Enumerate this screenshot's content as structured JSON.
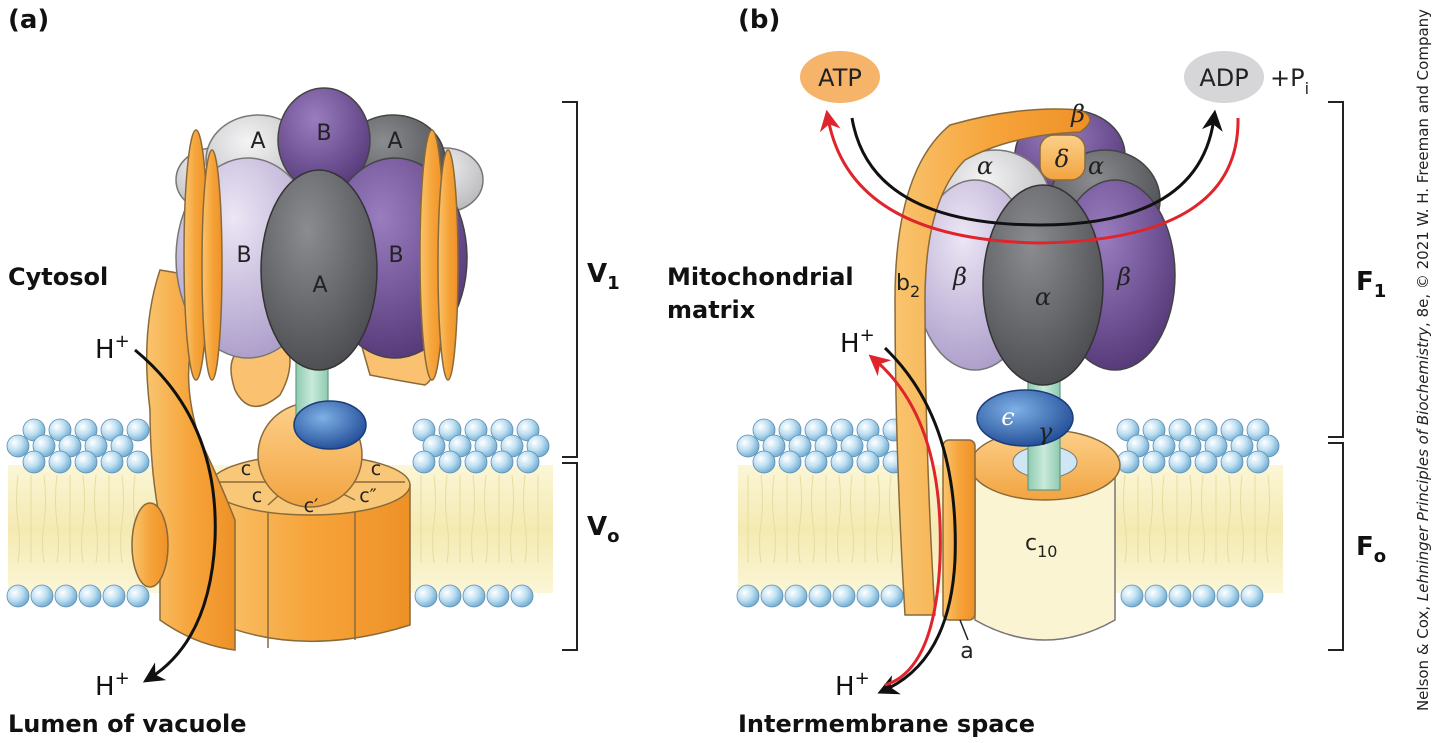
{
  "panels": {
    "a": {
      "label": "(a)",
      "top_region": "Cytosol",
      "bottom_region": "Lumen of vacuole",
      "h_in": "H",
      "h_out": "H",
      "plus": "+",
      "subunits": {
        "A": "A",
        "B": "B",
        "c": "c",
        "c_prime": "c′",
        "c_dprime": "c″"
      },
      "bracket_top": "V",
      "bracket_top_sub": "1",
      "bracket_bottom": "V",
      "bracket_bottom_sub": "o"
    },
    "b": {
      "label": "(b)",
      "top_region_line1": "Mitochondrial",
      "top_region_line2": "matrix",
      "bottom_region": "Intermembrane space",
      "h_in": "H",
      "h_out": "H",
      "plus": "+",
      "atp": "ATP",
      "adp": "ADP",
      "pi_prefix": "+P",
      "pi_sub": "i",
      "subunits": {
        "alpha": "α",
        "beta": "β",
        "gamma": "γ",
        "delta": "δ",
        "epsilon": "ϵ",
        "b": "b",
        "b_sub": "2",
        "a": "a",
        "c": "c",
        "c_sub": "10"
      },
      "bracket_top": "F",
      "bracket_top_sub": "1",
      "bracket_bottom": "F",
      "bracket_bottom_sub": "o"
    }
  },
  "credit": {
    "part1": "Nelson & Cox, ",
    "part2": "Lehninger Principles of Biochemistry",
    "part3": ", 8e, © 2021 W. H. Freeman and Company"
  },
  "colors": {
    "orange": "#f7b04c",
    "orange_dark": "#e8891e",
    "lavender": "#c4b6dd",
    "purple": "#6e4e93",
    "gray_dark": "#5d5e62",
    "gray_light": "#d4d4d6",
    "teal": "#a6d8c3",
    "blue": "#2f64b4",
    "membrane": "#f7f0c0",
    "bead": "#b3d8ef",
    "red_arrow": "#e0242c",
    "black_arrow": "#111111"
  }
}
